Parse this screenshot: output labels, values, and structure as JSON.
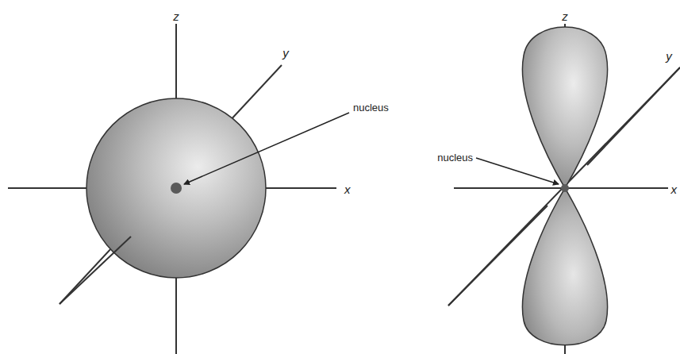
{
  "diagram": {
    "labels": [
      "z",
      "y",
      "nucleus",
      "x",
      "z",
      "y",
      "nucleus",
      "x"
    ]
  }
}
